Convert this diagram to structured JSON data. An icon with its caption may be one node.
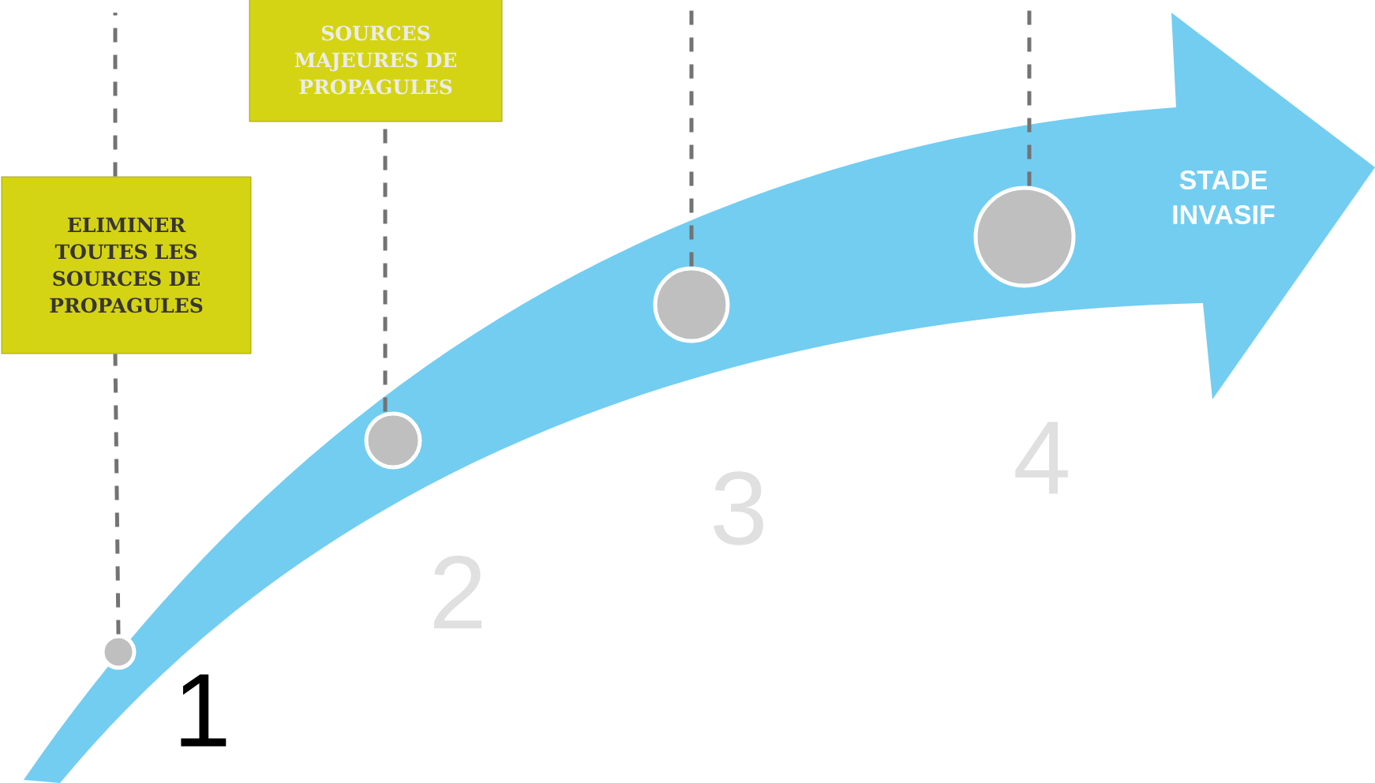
{
  "diagram": {
    "nodes": [
      {
        "text": [
          "SOURCES MAJEURES DE PROPAGULES"
        ]
      },
      {
        "text": [
          "ELIMINER TOUTES LES SOURCES DE PROPAGULES"
        ]
      },
      {
        "text": [
          "STADE INVASIF"
        ]
      },
      {
        "text": [],
        "shape": "circle",
        "in": 2,
        "beside": [
          "1"
        ]
      },
      {
        "text": [],
        "shape": "circle",
        "in": 2,
        "beside": [
          "2"
        ]
      },
      {
        "text": [],
        "shape": "circle",
        "in": 2,
        "beside": [
          "3"
        ]
      },
      {
        "text": [],
        "shape": "circle",
        "in": 2,
        "beside": [
          "4"
        ]
      }
    ],
    "edges": [
      {
        "from": 3,
        "to": 1,
        "arrow": "none",
        "style": "dashed"
      },
      {
        "from": 1,
        "to": null,
        "arrow": "none",
        "style": "dashed"
      },
      {
        "from": 4,
        "to": 0,
        "arrow": "none",
        "style": "dashed"
      },
      {
        "from": 5,
        "to": null,
        "arrow": "none",
        "style": "dashed"
      },
      {
        "from": 6,
        "to": null,
        "arrow": "none",
        "style": "dashed"
      }
    ]
  }
}
